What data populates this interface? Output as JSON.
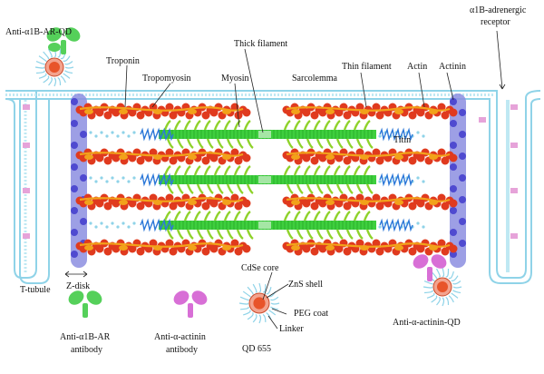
{
  "labels": {
    "anti_a1b_qd": "Anti-α1B-AR-QD",
    "a1b_receptor_line1": "α1B-adrenergic",
    "a1b_receptor_line2": "receptor",
    "troponin": "Troponin",
    "tropomyosin": "Tropomyosin",
    "thick_filament": "Thick filament",
    "myosin": "Myosin",
    "sarcolemma": "Sarcolemma",
    "thin_filament": "Thin filament",
    "actin": "Actin",
    "actinin": "Actinin",
    "titin": "Titin",
    "t_tubule": "T-tubule",
    "z_disk": "Z-disk",
    "cdse_core": "CdSe core",
    "zns_shell": "ZnS shell",
    "peg_coat": "PEG coat",
    "linker": "Linker",
    "qd655": "QD 655",
    "anti_a1b_antibody_line1": "Anti-α1B-AR",
    "anti_a1b_antibody_line2": "antibody",
    "anti_actinin_antibody_line1": "Anti-α-actinin",
    "anti_actinin_antibody_line2": "antibody",
    "anti_actinin_qd": "Anti-α-actinin-QD"
  },
  "colors": {
    "membrane": "#8fd3e8",
    "membrane_dot": "#bfe8f3",
    "z_disk": "#8c8ee0",
    "z_bead": "#4f4ad0",
    "thin_filament": "#e03a1e",
    "tropomyosin": "#f2a21a",
    "thick_filament": "#3ecf3e",
    "myosin_head": "#8fd22a",
    "titin": "#2c78d8",
    "qd_core": "#e8542a",
    "qd_shell": "#f3a38e",
    "anti_a1b": "#55d05a",
    "anti_actinin": "#d86fd6",
    "receptor_mark": "#e6a3d9"
  }
}
